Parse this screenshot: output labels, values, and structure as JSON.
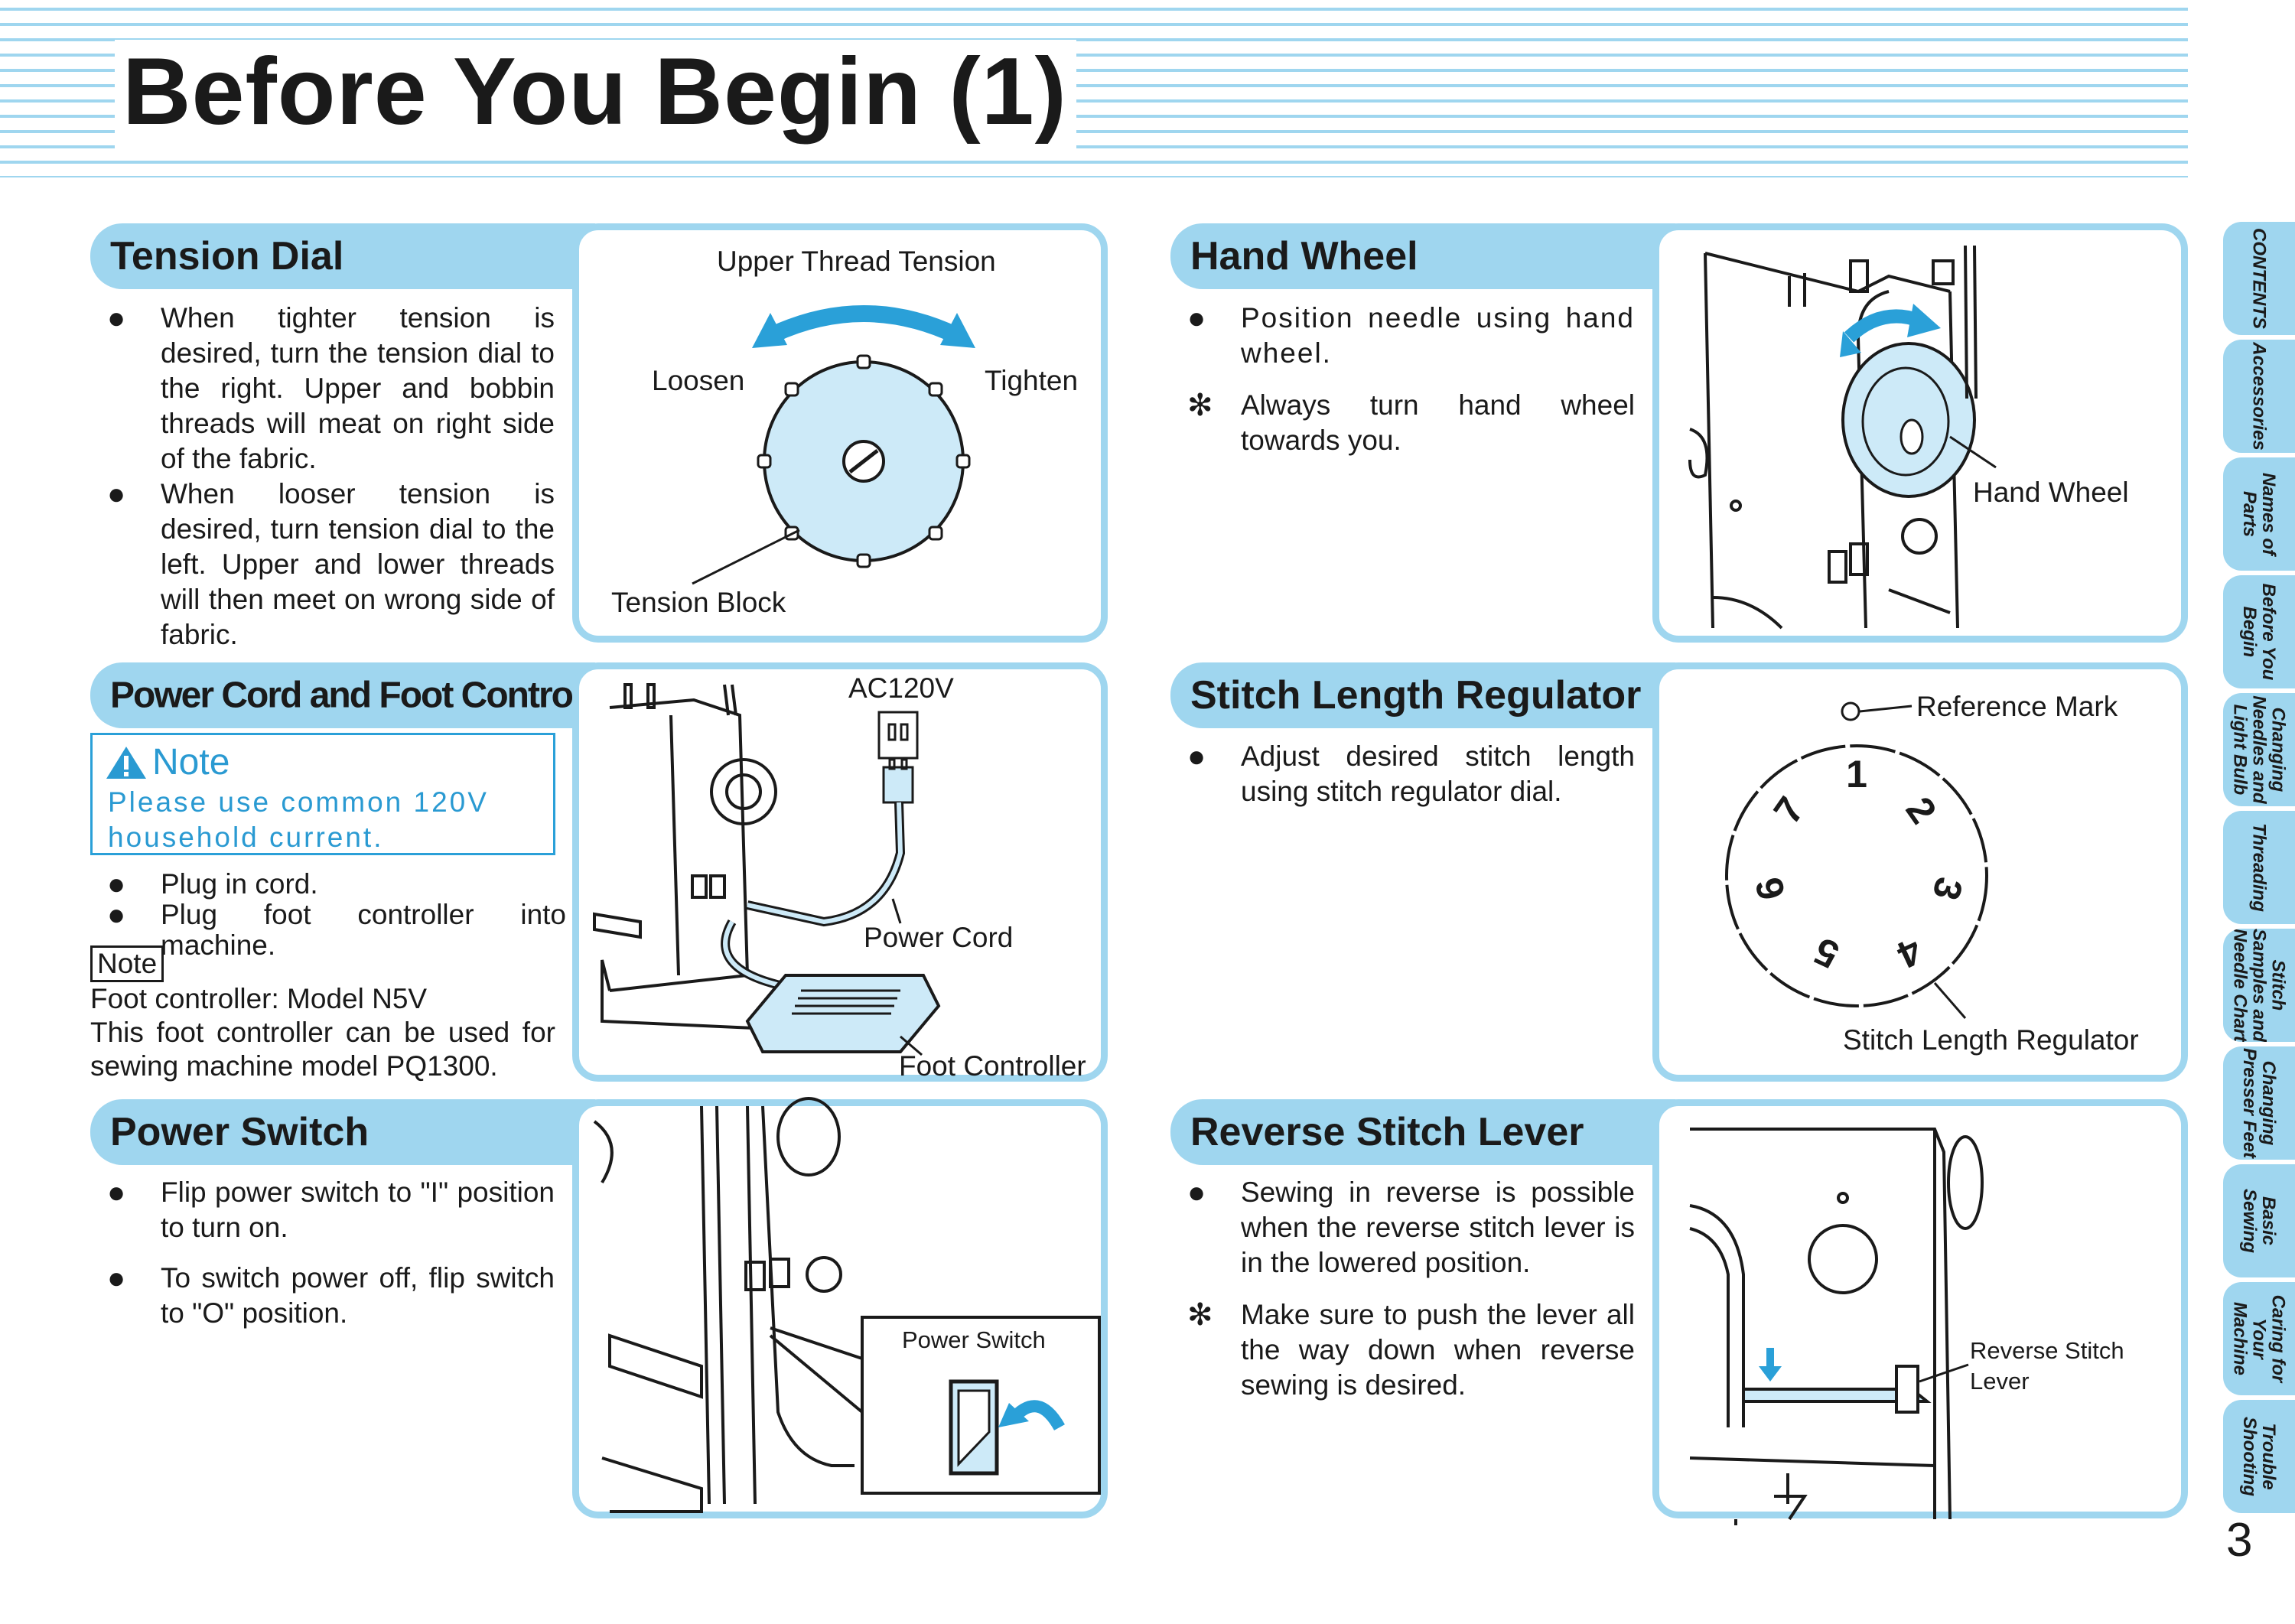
{
  "title": "Before You Begin (1)",
  "page_number": "3",
  "colors": {
    "accent": "#9fd6ef",
    "arrow_blue": "#2aa0d8",
    "note_blue": "#2a9ad2"
  },
  "tension_dial": {
    "heading": "Tension Dial",
    "bullet1": "When tighter tension is desired, turn the tension dial to the right. Upper and bobbin threads will meat on right side of the fabric.",
    "bullet2": "When looser tension is desired, turn tension dial to the left. Upper and lower threads will then meet on wrong side of fabric.",
    "fig": {
      "top": "Upper Thread Tension",
      "left": "Loosen",
      "right": "Tighten",
      "bottom": "Tension Block"
    }
  },
  "hand_wheel": {
    "heading": "Hand Wheel",
    "bullet1": "Position needle using hand wheel.",
    "asterisk1": "Always turn hand wheel towards you.",
    "fig": {
      "label": "Hand Wheel"
    }
  },
  "power_cord": {
    "heading": "Power Cord and Foot Controller",
    "note_title": "Note",
    "note_body": "Please use common 120V household current.",
    "bullet1": "Plug in cord.",
    "bullet2": "Plug foot controller into machine.",
    "note2_label": "Note",
    "note2_line1": "Foot controller: Model N5V",
    "note2_line2": "This foot controller can be used for sewing machine model PQ1300.",
    "fig": {
      "voltage": "AC120V",
      "cord": "Power Cord",
      "foot": "Foot Controller"
    }
  },
  "stitch_length": {
    "heading": "Stitch Length Regulator",
    "bullet1": "Adjust desired stitch length using stitch regulator dial.",
    "fig": {
      "mark": "Reference Mark",
      "dial": "Stitch Length Regulator",
      "numbers": [
        "1",
        "2",
        "3",
        "4",
        "5",
        "6",
        "7"
      ]
    }
  },
  "power_switch": {
    "heading": "Power Switch",
    "bullet1": "Flip power switch to \"I\" position to turn on.",
    "bullet2": "To switch power off, flip switch to \"O\" position.",
    "fig": {
      "label": "Power Switch"
    }
  },
  "reverse_stitch": {
    "heading": "Reverse Stitch Lever",
    "bullet1": "Sewing in reverse is possible when the reverse stitch lever is in the lowered position.",
    "asterisk1": "Make sure to push the lever all the way down when reverse sewing is desired.",
    "fig": {
      "label_line1": "Reverse Stitch",
      "label_line2": "Lever"
    }
  },
  "bullet_symbol": "●",
  "asterisk_symbol": "✻",
  "side_tabs": [
    "CONTENTS",
    "Accessories",
    "Names of\nParts",
    "Before You\nBegin",
    "Changing\nNeedles and\nLight Bulb",
    "Threading",
    "Stitch\nSamples and\nNeedle Chart",
    "Changing\nPresser Feet",
    "Basic\nSewing",
    "Caring for\nYour\nMachine",
    "Trouble\nShooting"
  ]
}
